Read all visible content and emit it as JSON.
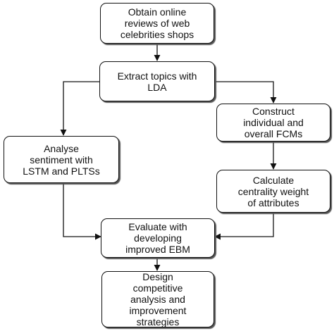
{
  "nodes": {
    "obtain": {
      "lines": [
        "Obtain online",
        "reviews  of web",
        "celebrities shops"
      ]
    },
    "extract": {
      "lines": [
        "Extract topics with",
        "LDA"
      ]
    },
    "construct": {
      "lines": [
        "Construct",
        "individual and",
        "overall FCMs"
      ]
    },
    "analyse": {
      "lines": [
        "Analyse",
        "sentiment with",
        "LSTM and PLTSs"
      ]
    },
    "calculate": {
      "lines": [
        "Calculate",
        "centrality weight",
        "of attributes"
      ]
    },
    "evaluate": {
      "lines": [
        "Evaluate with",
        "developing",
        "improved EBM"
      ]
    },
    "design": {
      "lines": [
        "Design",
        "competitive",
        "analysis and",
        "improvement",
        "strategies"
      ]
    }
  },
  "colors": {
    "stroke": "#111111",
    "fill": "#ffffff"
  }
}
